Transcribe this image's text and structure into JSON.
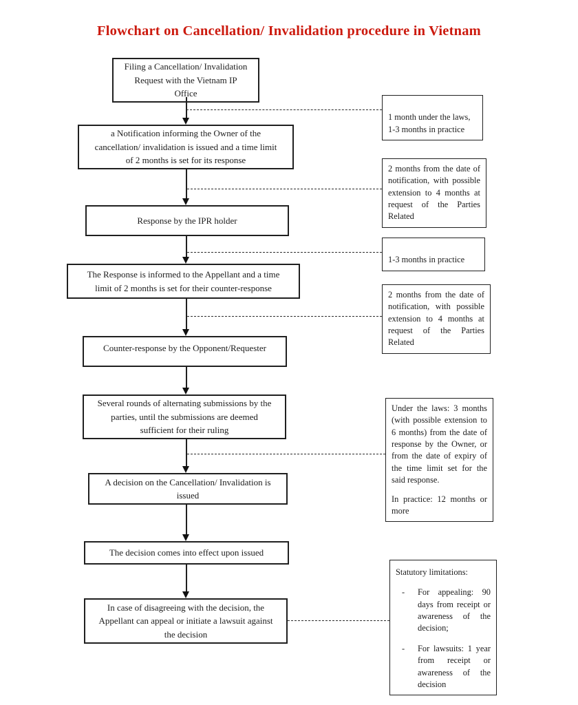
{
  "title": {
    "text": "Flowchart on Cancellation/ Invalidation procedure in Vietnam",
    "color": "#CC1A0E"
  },
  "flow": {
    "steps": [
      {
        "text": "Filing a Cancellation/ Invalidation\nRequest with the Vietnam IP\nOffice"
      },
      {
        "text": "a Notification informing the Owner of the\ncancellation/ invalidation is issued and a time limit\nof 2 months is set for its response"
      },
      {
        "text": "Response by the IPR holder"
      },
      {
        "text": "The Response is informed to the Appellant and a time\nlimit of 2 months is set for their counter-response"
      },
      {
        "text": "Counter-response by the Opponent/Requester"
      },
      {
        "text": "Several rounds of alternating submissions by the\nparties, until the submissions are deemed\nsufficient for their ruling"
      },
      {
        "text": "A decision on the Cancellation/ Invalidation is\nissued"
      },
      {
        "text": "The decision comes into effect upon issued"
      },
      {
        "text": "In case of disagreeing with the decision, the\nAppellant can appeal or initiate a lawsuit against\nthe decision"
      }
    ]
  },
  "notes": [
    {
      "text": "1 month under the laws,\n1-3 months in practice"
    },
    {
      "text": "2 months from the date of notification, with possible extension to 4 months at request of the Parties Related"
    },
    {
      "text": "1-3 months in practice"
    },
    {
      "text": "2 months from the date of notification, with possible extension to 4 months at request of the Parties Related"
    },
    {
      "para1": "Under the laws: 3 months (with possible extension to 6 months) from the date of response by the Owner, or from the date of expiry of the time limit set for the said response.",
      "para2": "In practice: 12 months or more"
    },
    {
      "title": "Statutory limitations:",
      "bullet": "-",
      "items": [
        "For appealing: 90 days from receipt or awareness of the decision;",
        "For lawsuits: 1 year from receipt or awareness of the decision"
      ]
    }
  ]
}
